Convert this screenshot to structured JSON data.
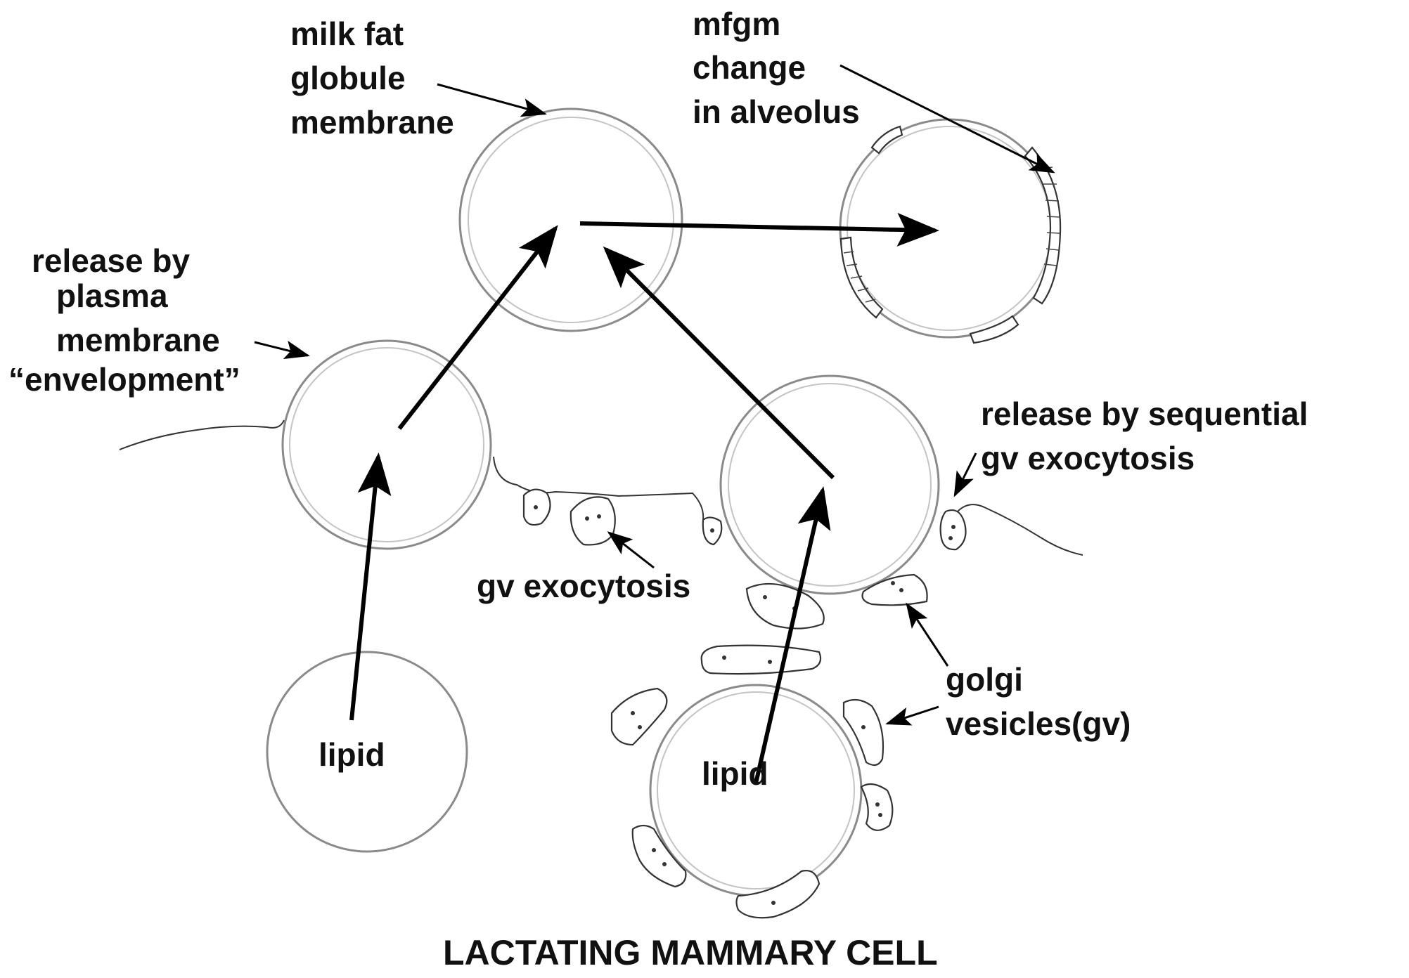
{
  "labels": {
    "mfgm_line1": "milk fat",
    "mfgm_line2": "globule",
    "mfgm_line3": "membrane",
    "change_line1": "mfgm",
    "change_line2": "change",
    "change_line3": "in alveolus",
    "release_plasma_line1": "release by",
    "release_plasma_line2": "plasma",
    "release_plasma_line3": "membrane",
    "release_plasma_line4": "“envelopment”",
    "release_seq_line1": "release by sequential",
    "release_seq_line2": "gv exocytosis",
    "gv_exocytosis": "gv exocytosis",
    "golgi_line1": "golgi",
    "golgi_line2": "vesicles(gv)",
    "lipid_left": "lipid",
    "lipid_right": "lipid",
    "caption": "LACTATING  MAMMARY CELL"
  }
}
